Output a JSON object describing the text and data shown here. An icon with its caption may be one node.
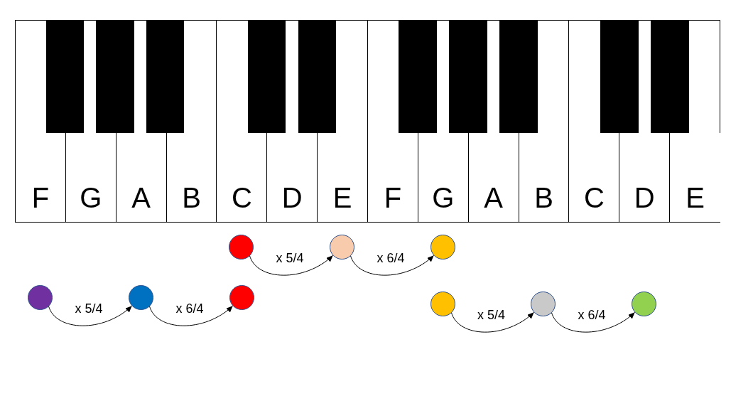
{
  "diagram": {
    "nodes": [
      {
        "text": [],
        "shape": "box"
      },
      {
        "text": [
          "F"
        ],
        "in": 0
      },
      {
        "text": [
          "G"
        ],
        "in": 0
      },
      {
        "text": [
          "A"
        ],
        "in": 0
      },
      {
        "text": [
          "B"
        ],
        "in": 0
      },
      {
        "text": [
          "C"
        ],
        "in": 0
      },
      {
        "text": [
          "D"
        ],
        "in": 0
      },
      {
        "text": [
          "E"
        ],
        "in": 0
      },
      {
        "text": [
          "F"
        ],
        "in": 0
      },
      {
        "text": [
          "G"
        ],
        "in": 0
      },
      {
        "text": [
          "A"
        ],
        "in": 0
      },
      {
        "text": [
          "B"
        ],
        "in": 0
      },
      {
        "text": [
          "C"
        ],
        "in": 0
      },
      {
        "text": [
          "D"
        ],
        "in": 0
      },
      {
        "text": [
          "E"
        ],
        "in": 0
      },
      {
        "text": [],
        "shape": "box",
        "in": 0
      },
      {
        "text": [],
        "shape": "box",
        "in": 0
      },
      {
        "text": [],
        "shape": "box",
        "in": 0
      },
      {
        "text": [],
        "shape": "box",
        "in": 0
      },
      {
        "text": [],
        "shape": "box",
        "in": 0
      },
      {
        "text": [],
        "shape": "box",
        "in": 0
      },
      {
        "text": [],
        "shape": "box",
        "in": 0
      },
      {
        "text": [],
        "shape": "box",
        "in": 0
      },
      {
        "text": [],
        "shape": "box",
        "in": 0
      },
      {
        "text": [],
        "shape": "box",
        "in": 0
      },
      {
        "text": [],
        "shape": "circle"
      },
      {
        "text": [],
        "shape": "circle"
      },
      {
        "text": [],
        "shape": "circle"
      },
      {
        "text": [],
        "shape": "circle"
      },
      {
        "text": [],
        "shape": "circle"
      },
      {
        "text": [],
        "shape": "circle"
      },
      {
        "text": [],
        "shape": "circle"
      },
      {
        "text": [],
        "shape": "circle"
      },
      {
        "text": [],
        "shape": "circle"
      }
    ],
    "edges": [
      {
        "from": 25,
        "to": 26,
        "arrow": "to",
        "label": "x 5/4"
      },
      {
        "from": 26,
        "to": 27,
        "arrow": "to",
        "label": "x 6/4"
      },
      {
        "from": 28,
        "to": 29,
        "arrow": "to",
        "label": "x 5/4"
      },
      {
        "from": 29,
        "to": 30,
        "arrow": "to",
        "label": "x 6/4"
      },
      {
        "from": 31,
        "to": 32,
        "arrow": "to",
        "label": "x 5/4"
      },
      {
        "from": 32,
        "to": 33,
        "arrow": "to",
        "label": "x 6/4"
      }
    ]
  }
}
